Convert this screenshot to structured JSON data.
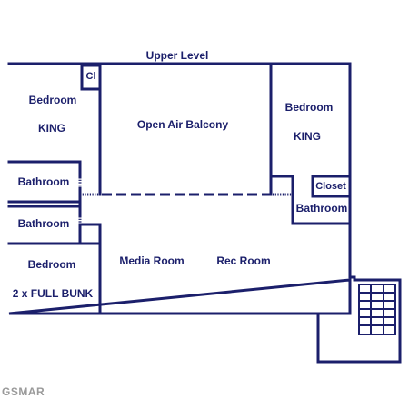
{
  "title": "Upper Level",
  "rooms": {
    "bedroom_king_left": {
      "name": "Bedroom",
      "bed": "KING"
    },
    "closet_small": "Cl",
    "open_air_balcony": "Open Air Balcony",
    "bedroom_king_right": {
      "name": "Bedroom",
      "bed": "KING"
    },
    "closet_right": "Closet",
    "bathroom_right": "Bathroom",
    "bathroom_1": "Bathroom",
    "bathroom_2": "Bathroom",
    "bedroom_bunk": {
      "name": "Bedroom",
      "bed": "2 x FULL BUNK"
    },
    "media_room": "Media Room",
    "rec_room": "Rec Room"
  },
  "watermark": "GSMAR",
  "colors": {
    "wall": "#1b1f6b",
    "text": "#1b1f6b",
    "background": "#ffffff"
  }
}
